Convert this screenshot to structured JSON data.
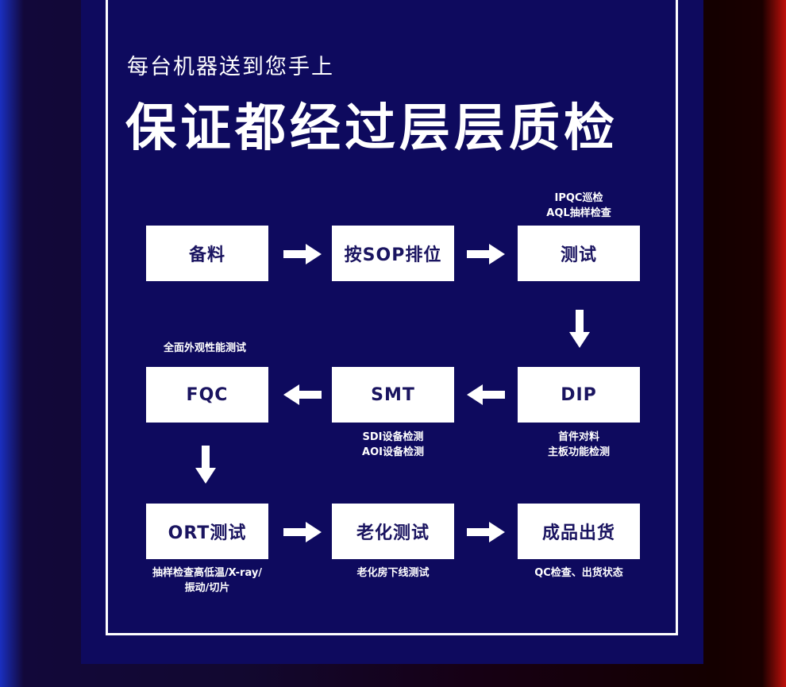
{
  "header": {
    "subtitle": "每台机器送到您手上",
    "title": "保证都经过层层质检"
  },
  "steps": [
    {
      "label": "备料"
    },
    {
      "label": "按SOP排位"
    },
    {
      "label": "测试",
      "note": [
        "IPQC巡检",
        "AQL抽样检查"
      ]
    },
    {
      "label": "DIP",
      "note": [
        "首件对料",
        "主板功能检测"
      ]
    },
    {
      "label": "SMT",
      "note": [
        "SDI设备检测",
        "AOI设备检测"
      ]
    },
    {
      "label": "FQC",
      "note": [
        "全面外观性能测试"
      ]
    },
    {
      "label": "ORT测试",
      "note": [
        "抽样检查高低温/X-ray/",
        "振动/切片"
      ]
    },
    {
      "label": "老化测试",
      "note": [
        "老化房下线测试"
      ]
    },
    {
      "label": "成品出货",
      "note": [
        "QC检查、出货状态"
      ]
    }
  ]
}
